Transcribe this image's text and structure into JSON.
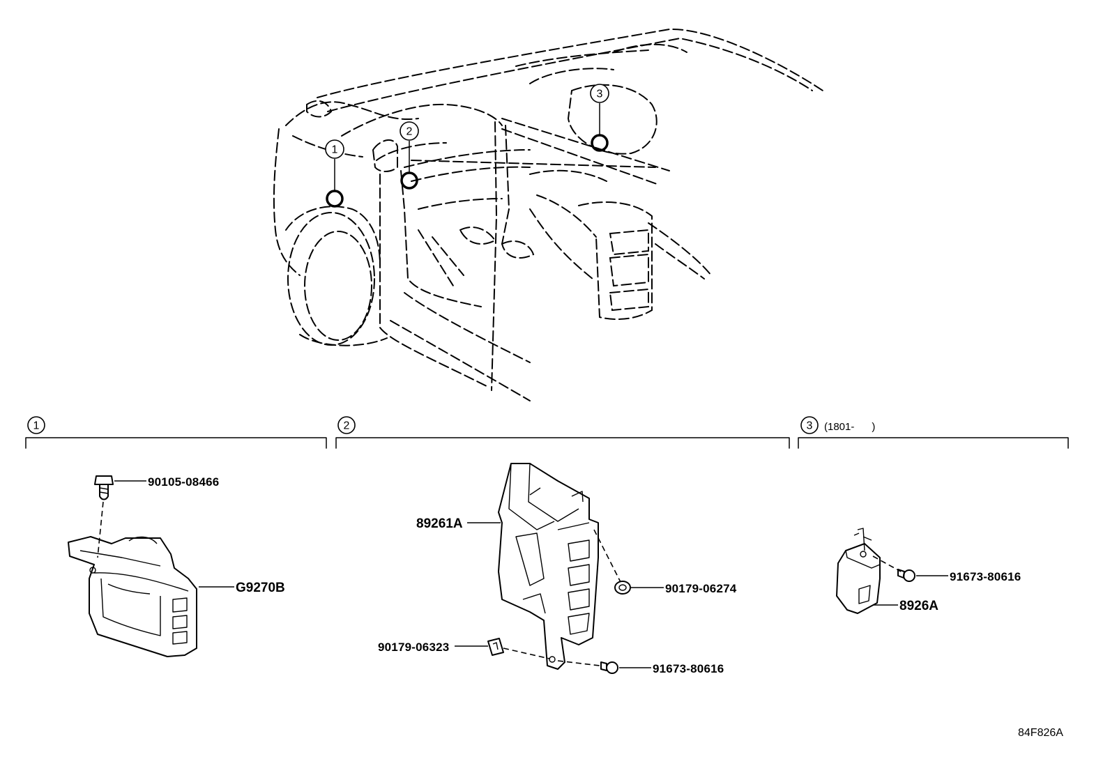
{
  "locations": [
    {
      "number": "1"
    },
    {
      "number": "2"
    },
    {
      "number": "3"
    }
  ],
  "sections": [
    {
      "number": "1",
      "note": "",
      "parts": [
        {
          "part_no": "90105-08466"
        },
        {
          "part_no": "G9270B"
        }
      ]
    },
    {
      "number": "2",
      "note": "",
      "parts": [
        {
          "part_no": "89261A"
        },
        {
          "part_no": "90179-06274"
        },
        {
          "part_no": "90179-06323"
        },
        {
          "part_no": "91673-80616"
        }
      ]
    },
    {
      "number": "3",
      "note": "(1801-      )",
      "parts": [
        {
          "part_no": "91673-80616"
        },
        {
          "part_no": "8926A"
        }
      ]
    }
  ],
  "illustration_code": "84F826A"
}
